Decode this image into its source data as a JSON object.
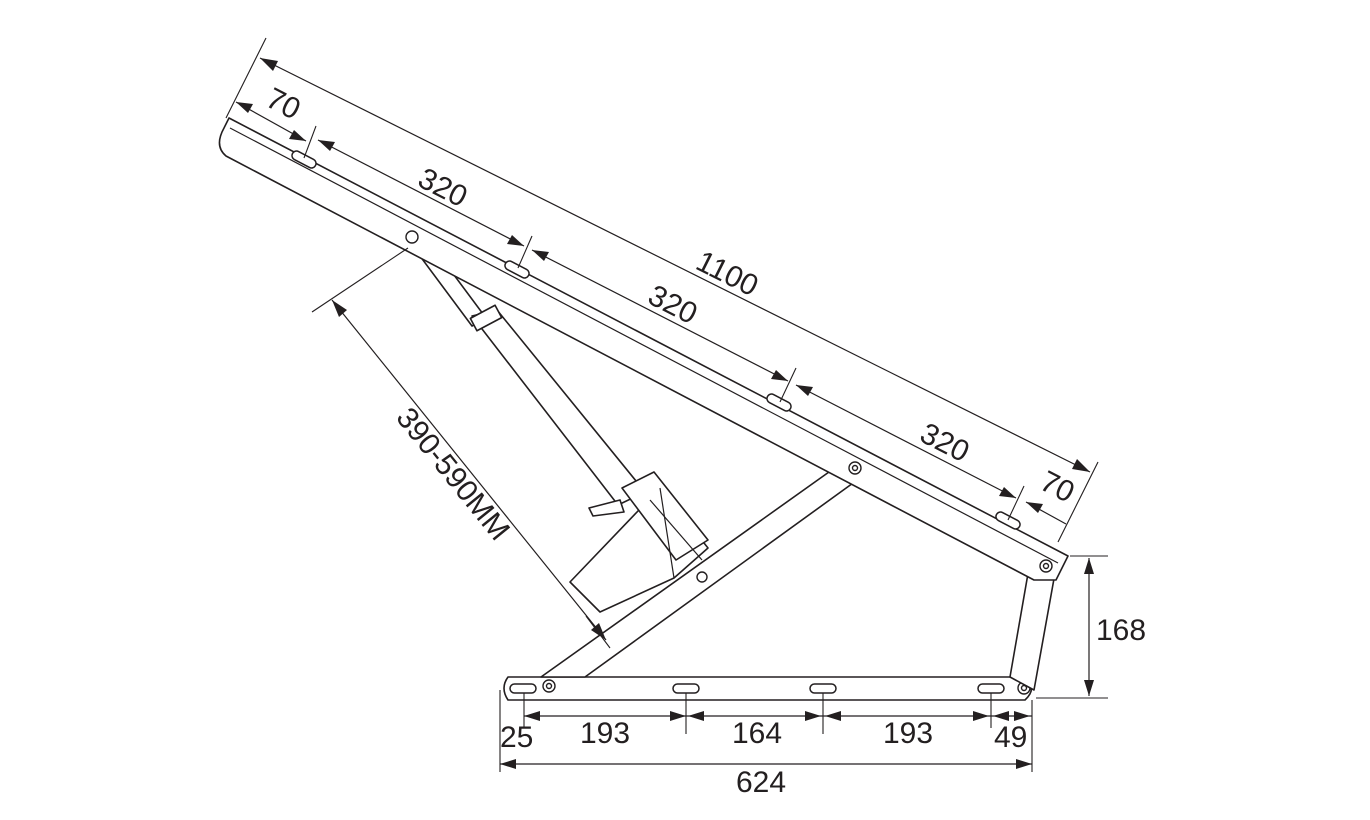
{
  "dimensions": {
    "top_total": "1100",
    "top_end_left": "70",
    "top_seg_1": "320",
    "top_seg_2": "320",
    "top_seg_3": "320",
    "top_end_right": "70",
    "actuator_stroke": "390-590MM",
    "height": "168",
    "base_offset_left": "25",
    "base_seg_1": "193",
    "base_seg_2": "164",
    "base_seg_3": "193",
    "base_offset_right": "49",
    "base_total": "624"
  },
  "colors": {
    "line": "#231f20",
    "background": "#ffffff"
  }
}
